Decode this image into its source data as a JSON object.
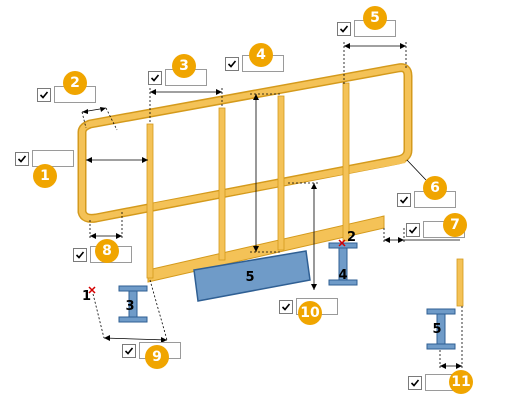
{
  "controls": [
    {
      "id": "1",
      "badge": "1",
      "checked": true,
      "value": ""
    },
    {
      "id": "2",
      "badge": "2",
      "checked": true,
      "value": ""
    },
    {
      "id": "3",
      "badge": "3",
      "checked": true,
      "value": ""
    },
    {
      "id": "4",
      "badge": "4",
      "checked": true,
      "value": ""
    },
    {
      "id": "5",
      "badge": "5",
      "checked": true,
      "value": ""
    },
    {
      "id": "6",
      "badge": "6",
      "checked": true,
      "value": ""
    },
    {
      "id": "7",
      "badge": "7",
      "checked": true,
      "value": ""
    },
    {
      "id": "8",
      "badge": "8",
      "checked": true,
      "value": ""
    },
    {
      "id": "9",
      "badge": "9",
      "checked": true,
      "value": ""
    },
    {
      "id": "10",
      "badge": "10",
      "checked": true,
      "value": ""
    },
    {
      "id": "11",
      "badge": "11",
      "checked": true,
      "value": ""
    }
  ],
  "drawing_labels": {
    "plate": "5",
    "beam_3": "3",
    "beam_4": "4",
    "beam_5": "5",
    "point_1": "1",
    "point_2": "2"
  },
  "colors": {
    "rail": "#f4c257",
    "rail_edge": "#d49a1c",
    "badge": "#f0a500",
    "steel": "#6f9bc8",
    "steel_edge": "#2f5f93",
    "marker": "#d40000"
  }
}
